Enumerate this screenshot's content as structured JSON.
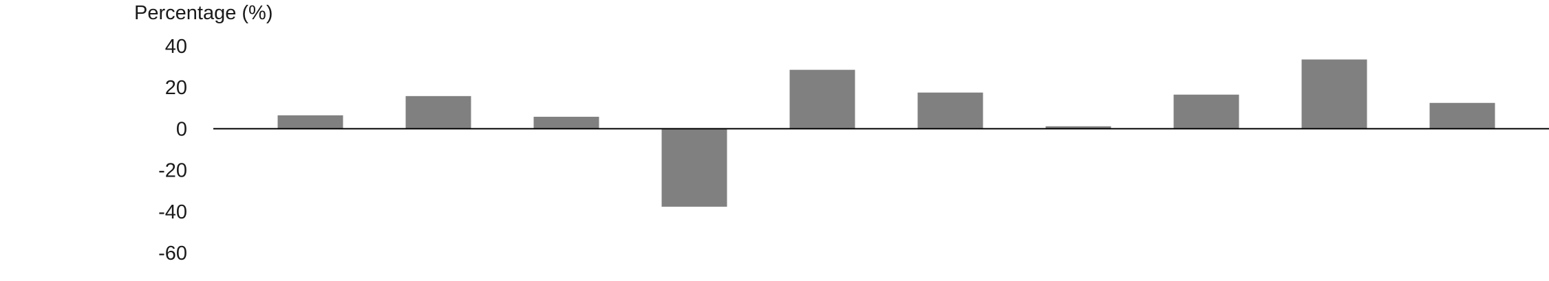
{
  "chart_data": {
    "type": "bar",
    "title": "",
    "xlabel": "",
    "ylabel": "Percentage (%)",
    "ylim": [
      -60,
      40
    ],
    "yticks": [
      40,
      20,
      0,
      -20,
      -40,
      -60
    ],
    "grid": false,
    "legend": "none",
    "bar_color": "#808080",
    "axis_color": "#000000",
    "values": [
      6.5,
      15.8,
      5.8,
      -37.7,
      28.5,
      17.5,
      1.2,
      16.5,
      33.5,
      12.5
    ]
  }
}
